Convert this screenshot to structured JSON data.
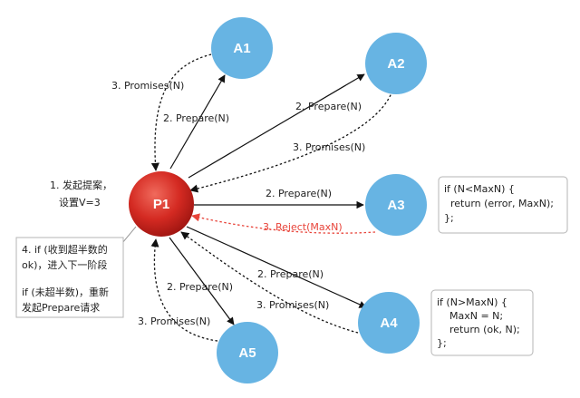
{
  "colors": {
    "acceptor": "#67b4e3",
    "proposer": "#d42a22",
    "reject": "#e8443a",
    "line": "#111111",
    "note_border": "#b5b5b5"
  },
  "nodes": {
    "p1": "P1",
    "a1": "A1",
    "a2": "A2",
    "a3": "A3",
    "a4": "A4",
    "a5": "A5"
  },
  "edge_labels": {
    "promises_a1": "3. Promises(N)",
    "prepare_a1": "2. Prepare(N)",
    "prepare_a2": "2. Prepare(N)",
    "promises_a2": "3. Promises(N)",
    "prepare_a3": "2. Prepare(N)",
    "reject_a3": "3. Reject(MaxN)",
    "prepare_a4": "2. Prepare(N)",
    "promises_a4": "3. Promises(N)",
    "prepare_a5": "2. Prepare(N)",
    "promises_a5": "3. Promises(N)"
  },
  "proposal_note": [
    "1. 发起提案，",
    "设置V=3"
  ],
  "proposer_note": [
    "4. if (收到超半数的",
    "ok)，进入下一阶段",
    "",
    "if (未超半数)，重新",
    "发起Prepare请求"
  ],
  "a3_note": [
    "if (N<MaxN) {",
    "  return (error, MaxN);",
    "};"
  ],
  "a4_note": [
    "if (N>MaxN) {",
    "    MaxN = N;",
    "    return (ok, N);",
    "};"
  ]
}
